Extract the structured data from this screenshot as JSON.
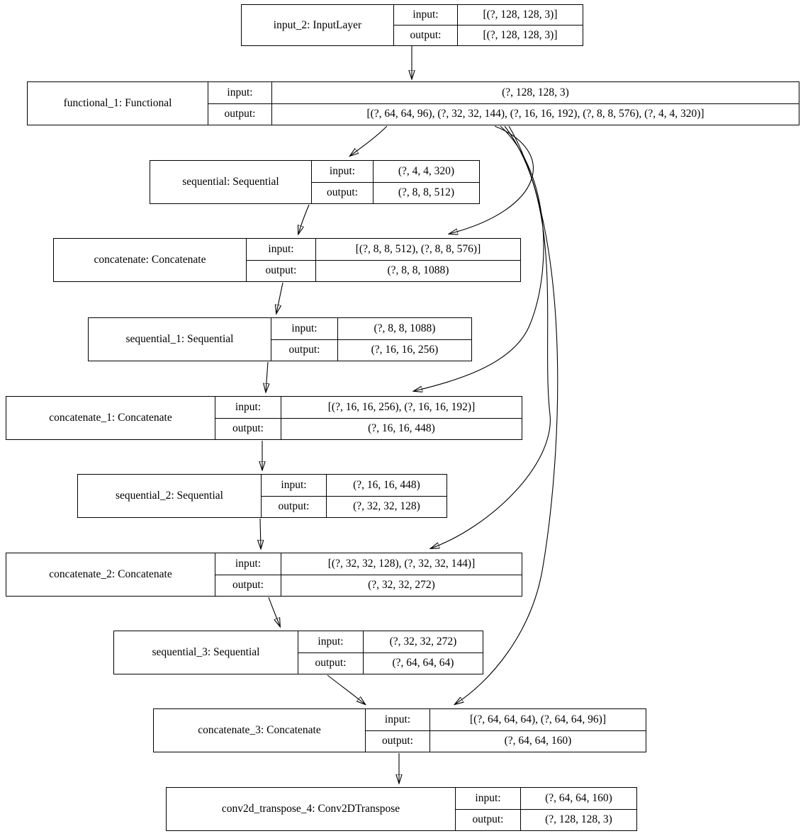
{
  "diagram": {
    "type": "keras-model-graph",
    "background_color": "#ffffff",
    "stroke_color": "#000000",
    "labels": {
      "input": "input:",
      "output": "output:"
    },
    "nodes": [
      {
        "id": "input_2",
        "title": "input_2: InputLayer",
        "input": "[(?, 128, 128, 3)]",
        "output": "[(?, 128, 128, 3)]"
      },
      {
        "id": "functional_1",
        "title": "functional_1: Functional",
        "input": "(?, 128, 128, 3)",
        "output": "[(?, 64, 64, 96), (?, 32, 32, 144), (?, 16, 16, 192), (?, 8, 8, 576), (?, 4, 4, 320)]"
      },
      {
        "id": "sequential",
        "title": "sequential: Sequential",
        "input": "(?, 4, 4, 320)",
        "output": "(?, 8, 8, 512)"
      },
      {
        "id": "concatenate",
        "title": "concatenate: Concatenate",
        "input": "[(?, 8, 8, 512), (?, 8, 8, 576)]",
        "output": "(?, 8, 8, 1088)"
      },
      {
        "id": "sequential_1",
        "title": "sequential_1: Sequential",
        "input": "(?, 8, 8, 1088)",
        "output": "(?, 16, 16, 256)"
      },
      {
        "id": "concatenate_1",
        "title": "concatenate_1: Concatenate",
        "input": "[(?, 16, 16, 256), (?, 16, 16, 192)]",
        "output": "(?, 16, 16, 448)"
      },
      {
        "id": "sequential_2",
        "title": "sequential_2: Sequential",
        "input": "(?, 16, 16, 448)",
        "output": "(?, 32, 32, 128)"
      },
      {
        "id": "concatenate_2",
        "title": "concatenate_2: Concatenate",
        "input": "[(?, 32, 32, 128), (?, 32, 32, 144)]",
        "output": "(?, 32, 32, 272)"
      },
      {
        "id": "sequential_3",
        "title": "sequential_3: Sequential",
        "input": "(?, 32, 32, 272)",
        "output": "(?, 64, 64, 64)"
      },
      {
        "id": "concatenate_3",
        "title": "concatenate_3: Concatenate",
        "input": "[(?, 64, 64, 64), (?, 64, 64, 96)]",
        "output": "(?, 64, 64, 160)"
      },
      {
        "id": "conv2d_transpose_4",
        "title": "conv2d_transpose_4: Conv2DTranspose",
        "input": "(?, 64, 64, 160)",
        "output": "(?, 128, 128, 3)"
      }
    ],
    "edges": [
      {
        "from": "input_2",
        "to": "functional_1"
      },
      {
        "from": "functional_1",
        "to": "sequential"
      },
      {
        "from": "functional_1",
        "to": "concatenate"
      },
      {
        "from": "functional_1",
        "to": "concatenate_1"
      },
      {
        "from": "functional_1",
        "to": "concatenate_2"
      },
      {
        "from": "functional_1",
        "to": "concatenate_3"
      },
      {
        "from": "sequential",
        "to": "concatenate"
      },
      {
        "from": "concatenate",
        "to": "sequential_1"
      },
      {
        "from": "sequential_1",
        "to": "concatenate_1"
      },
      {
        "from": "concatenate_1",
        "to": "sequential_2"
      },
      {
        "from": "sequential_2",
        "to": "concatenate_2"
      },
      {
        "from": "concatenate_2",
        "to": "sequential_3"
      },
      {
        "from": "sequential_3",
        "to": "concatenate_3"
      },
      {
        "from": "concatenate_3",
        "to": "conv2d_transpose_4"
      }
    ]
  }
}
